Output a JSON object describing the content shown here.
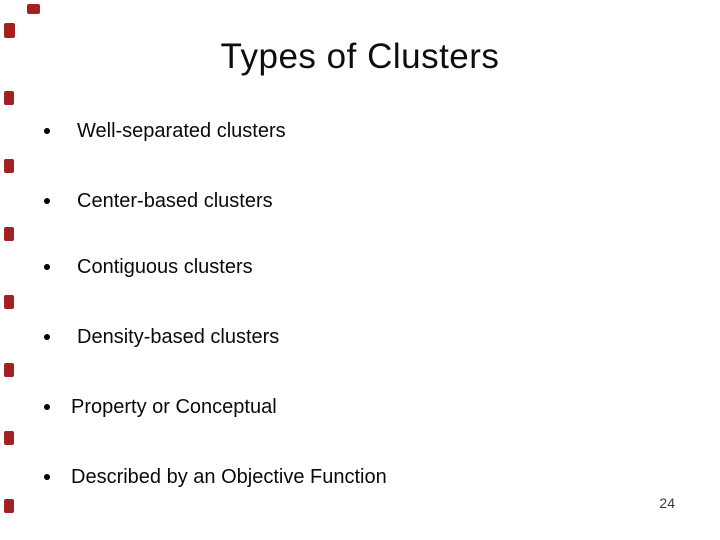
{
  "slide": {
    "title": "Types of Clusters",
    "bullets": [
      {
        "text": "Well-separated clusters"
      },
      {
        "text": "Center-based clusters"
      },
      {
        "text": "Contiguous clusters"
      },
      {
        "text": "Density-based clusters"
      },
      {
        "text": "Property or Conceptual"
      },
      {
        "text": "Described by an Objective Function"
      }
    ],
    "slide_number": "24",
    "colors": {
      "background": "#ffffff",
      "text": "#0a0a0a",
      "accent_red": "#a12121",
      "page_number": "#3a3a3a"
    }
  }
}
